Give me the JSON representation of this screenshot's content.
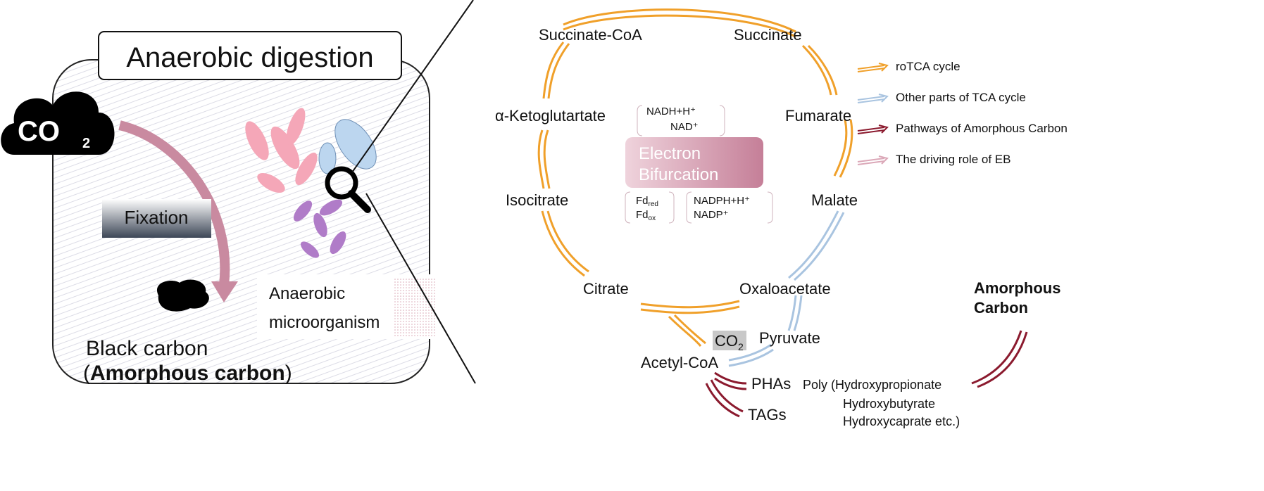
{
  "left_panel": {
    "title": "Anaerobic digestion",
    "co2_label": "CO",
    "co2_sub": "2",
    "fixation_label": "Fixation",
    "microorganism_label_line1": "Anaerobic",
    "microorganism_label_line2": "microorganism",
    "black_carbon_label": "Black carbon",
    "amorphous_open": "(",
    "amorphous_label": "Amorphous carbon",
    "amorphous_close": ")"
  },
  "cycle": {
    "metabolites": {
      "succinate_coa": "Succinate-CoA",
      "succinate": "Succinate",
      "ketoglutarate": "α-Ketoglutartate",
      "fumarate": "Fumarate",
      "isocitrate": "Isocitrate",
      "malate": "Malate",
      "citrate": "Citrate",
      "oxaloacetate": "Oxaloacetate",
      "pyruvate": "Pyruvate",
      "acetyl_coa": "Acetyl-CoA",
      "co2": "CO",
      "co2_sub": "2",
      "phas": "PHAs",
      "tags": "TAGs"
    },
    "electron_bifurcation": {
      "line1": "Electron",
      "line2": "Bifurcation",
      "nadh": "NADH+H⁺",
      "nad": "NAD⁺",
      "fd": "Fd",
      "fd_red_sub": "red",
      "fd_ox_sub": "ox",
      "nadph": "NADPH+H⁺",
      "nadp": "NADP⁺"
    },
    "poly_line1": "Poly (Hydroxypropionate",
    "poly_line2": "Hydroxybutyrate",
    "poly_line3": "Hydroxycaprate etc.)",
    "amorphous_line1": "Amorphous",
    "amorphous_line2": "Carbon"
  },
  "legend": [
    {
      "label": "roTCA cycle",
      "color": "#f0a02a"
    },
    {
      "label": "Other parts of TCA cycle",
      "color": "#a9c4e0"
    },
    {
      "label": "Pathways of Amorphous Carbon",
      "color": "#8b1a2e"
    },
    {
      "label": "The driving role of EB",
      "color": "#dba8b8"
    }
  ]
}
